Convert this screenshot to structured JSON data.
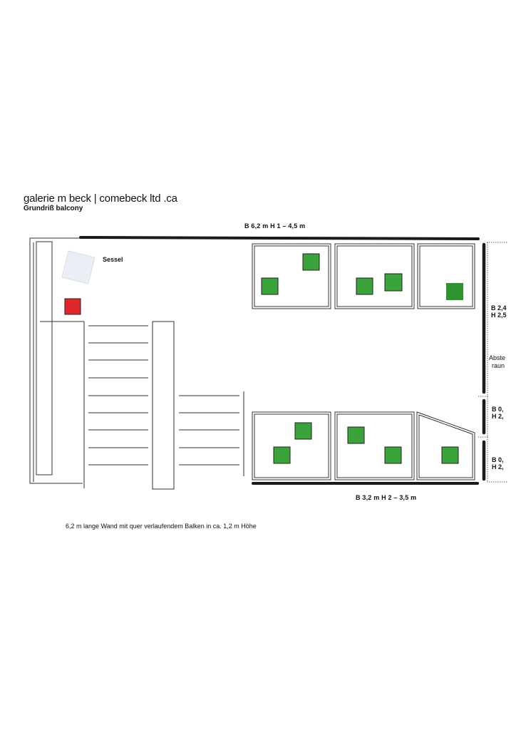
{
  "header": {
    "title": "galerie m beck  | comebeck ltd .ca",
    "subtitle": "Grundriß  balcony"
  },
  "labels": {
    "top_wall": "B 6,2 m H 1 – 4,5 m",
    "bottom_wall": "B 3,2 m H 2 – 3,5 m",
    "chair": "Sessel",
    "right_1_line1": "B 2,4",
    "right_1_line2": "H 2,5",
    "right_2_line1": "Abste",
    "right_2_line2": "raun",
    "right_3_line1": "B 0,",
    "right_3_line2": "H 2,",
    "right_4_line1": "B 0,",
    "right_4_line2": "H 2,"
  },
  "note": "6,2 m lange Wand mit quer verlaufendem Balken in ca. 1,2 m Höhe",
  "colors": {
    "artwork": "#3aa43a",
    "artwork_dark": "#2e9430",
    "marker": "#e0282c",
    "chair_fill": "#eceef6",
    "wall": "#1a1a1a"
  }
}
